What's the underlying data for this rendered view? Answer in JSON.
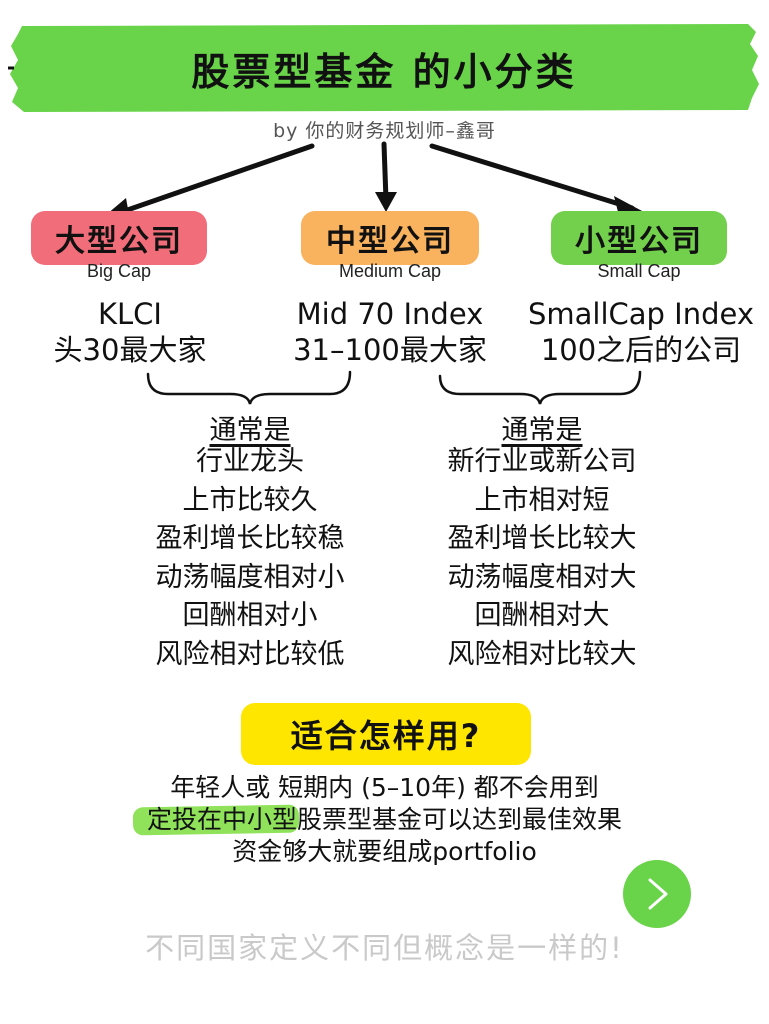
{
  "title": "股票型基金  的小分类",
  "byline": "by  你的财务规划师–鑫哥",
  "categories": [
    {
      "label": "大型公司",
      "sub": "Big Cap",
      "index_line1": "KLCI",
      "index_line2": "头30最大家",
      "color": "#f26d7a"
    },
    {
      "label": "中型公司",
      "sub": "Medium Cap",
      "index_line1": "Mid 70 Index",
      "index_line2": "31–100最大家",
      "color": "#f9b25e"
    },
    {
      "label": "小型公司",
      "sub": "Small Cap",
      "index_line1": "SmallCap Index",
      "index_line2": "100之后的公司",
      "color": "#72d04c"
    }
  ],
  "left_list": {
    "heading": "通常是",
    "items": [
      "行业龙头",
      "上市比较久",
      "盈利增长比较稳",
      "动荡幅度相对小",
      "回酬相对小",
      "风险相对比较低"
    ]
  },
  "right_list": {
    "heading": "通常是",
    "items": [
      "新行业或新公司",
      "上市相对短",
      "盈利增长比较大",
      "动荡幅度相对大",
      "回酬相对大",
      "风险相对比较大"
    ]
  },
  "question": "适合怎样用?",
  "notes": {
    "line1": "年轻人或 短期内 (5–10年) 都不会用到",
    "line2_highlight": "定投在中小型",
    "line2_rest": "股票型基金可以达到最佳效果",
    "line3": "资金够大就要组成portfolio"
  },
  "next_icon": "chevron-right-icon",
  "footer": "不同国家定义不同但概念是一样的!",
  "colors": {
    "banner": "#69d44a",
    "question_bg": "#ffe600",
    "highlight": "#8fe25a"
  }
}
